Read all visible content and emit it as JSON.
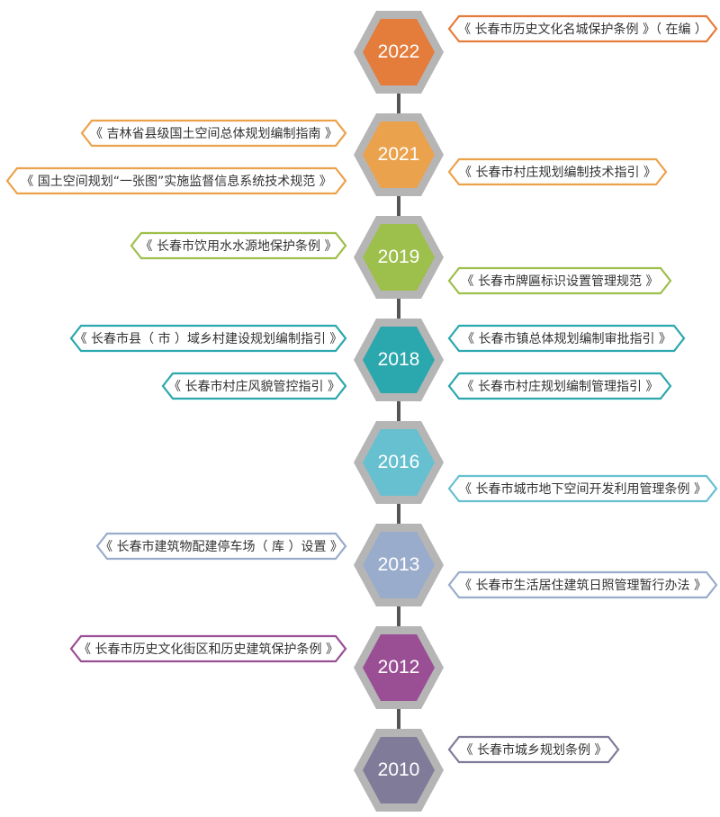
{
  "colors": {
    "hex_border": "#b5b5b5",
    "2022": "#e47c3c",
    "2021": "#eba24c",
    "2019": "#9dbf4b",
    "2018": "#2ba7ae",
    "2016": "#66c0d0",
    "2013": "#9aaccb",
    "2012": "#9a4f95",
    "2010": "#807b99"
  },
  "timeline": [
    {
      "year": "2022",
      "labels": [
        "《 长春市历史文化名城保护条例 》（ 在编 ）"
      ]
    },
    {
      "year": "2021",
      "labels": [
        "《 吉林省县级国土空间总体规划编制指南 》",
        "《 国土空间规划“一张图”实施监督信息系统技术规范 》",
        "《 长春市村庄规划编制技术指引 》"
      ]
    },
    {
      "year": "2019",
      "labels": [
        "《 长春市饮用水水源地保护条例 》",
        "《 长春市牌匾标识设置管理规范 》"
      ]
    },
    {
      "year": "2018",
      "labels": [
        "《 长春市县（ 市 ）域乡村建设规划编制指引 》",
        "《 长春市村庄风貌管控指引 》",
        "《 长春市镇总体规划编制审批指引 》",
        "《 长春市村庄规划编制管理指引 》"
      ]
    },
    {
      "year": "2016",
      "labels": [
        "《 长春市城市地下空间开发利用管理条例 》"
      ]
    },
    {
      "year": "2013",
      "labels": [
        "《 长春市建筑物配建停车场（ 库 ）设置 》",
        "《 长春市生活居住建筑日照管理暂行办法 》"
      ]
    },
    {
      "year": "2012",
      "labels": [
        "《 长春市历史文化街区和历史建筑保护条例 》"
      ]
    },
    {
      "year": "2010",
      "labels": [
        "《 长春市城乡规划条例 》"
      ]
    }
  ]
}
